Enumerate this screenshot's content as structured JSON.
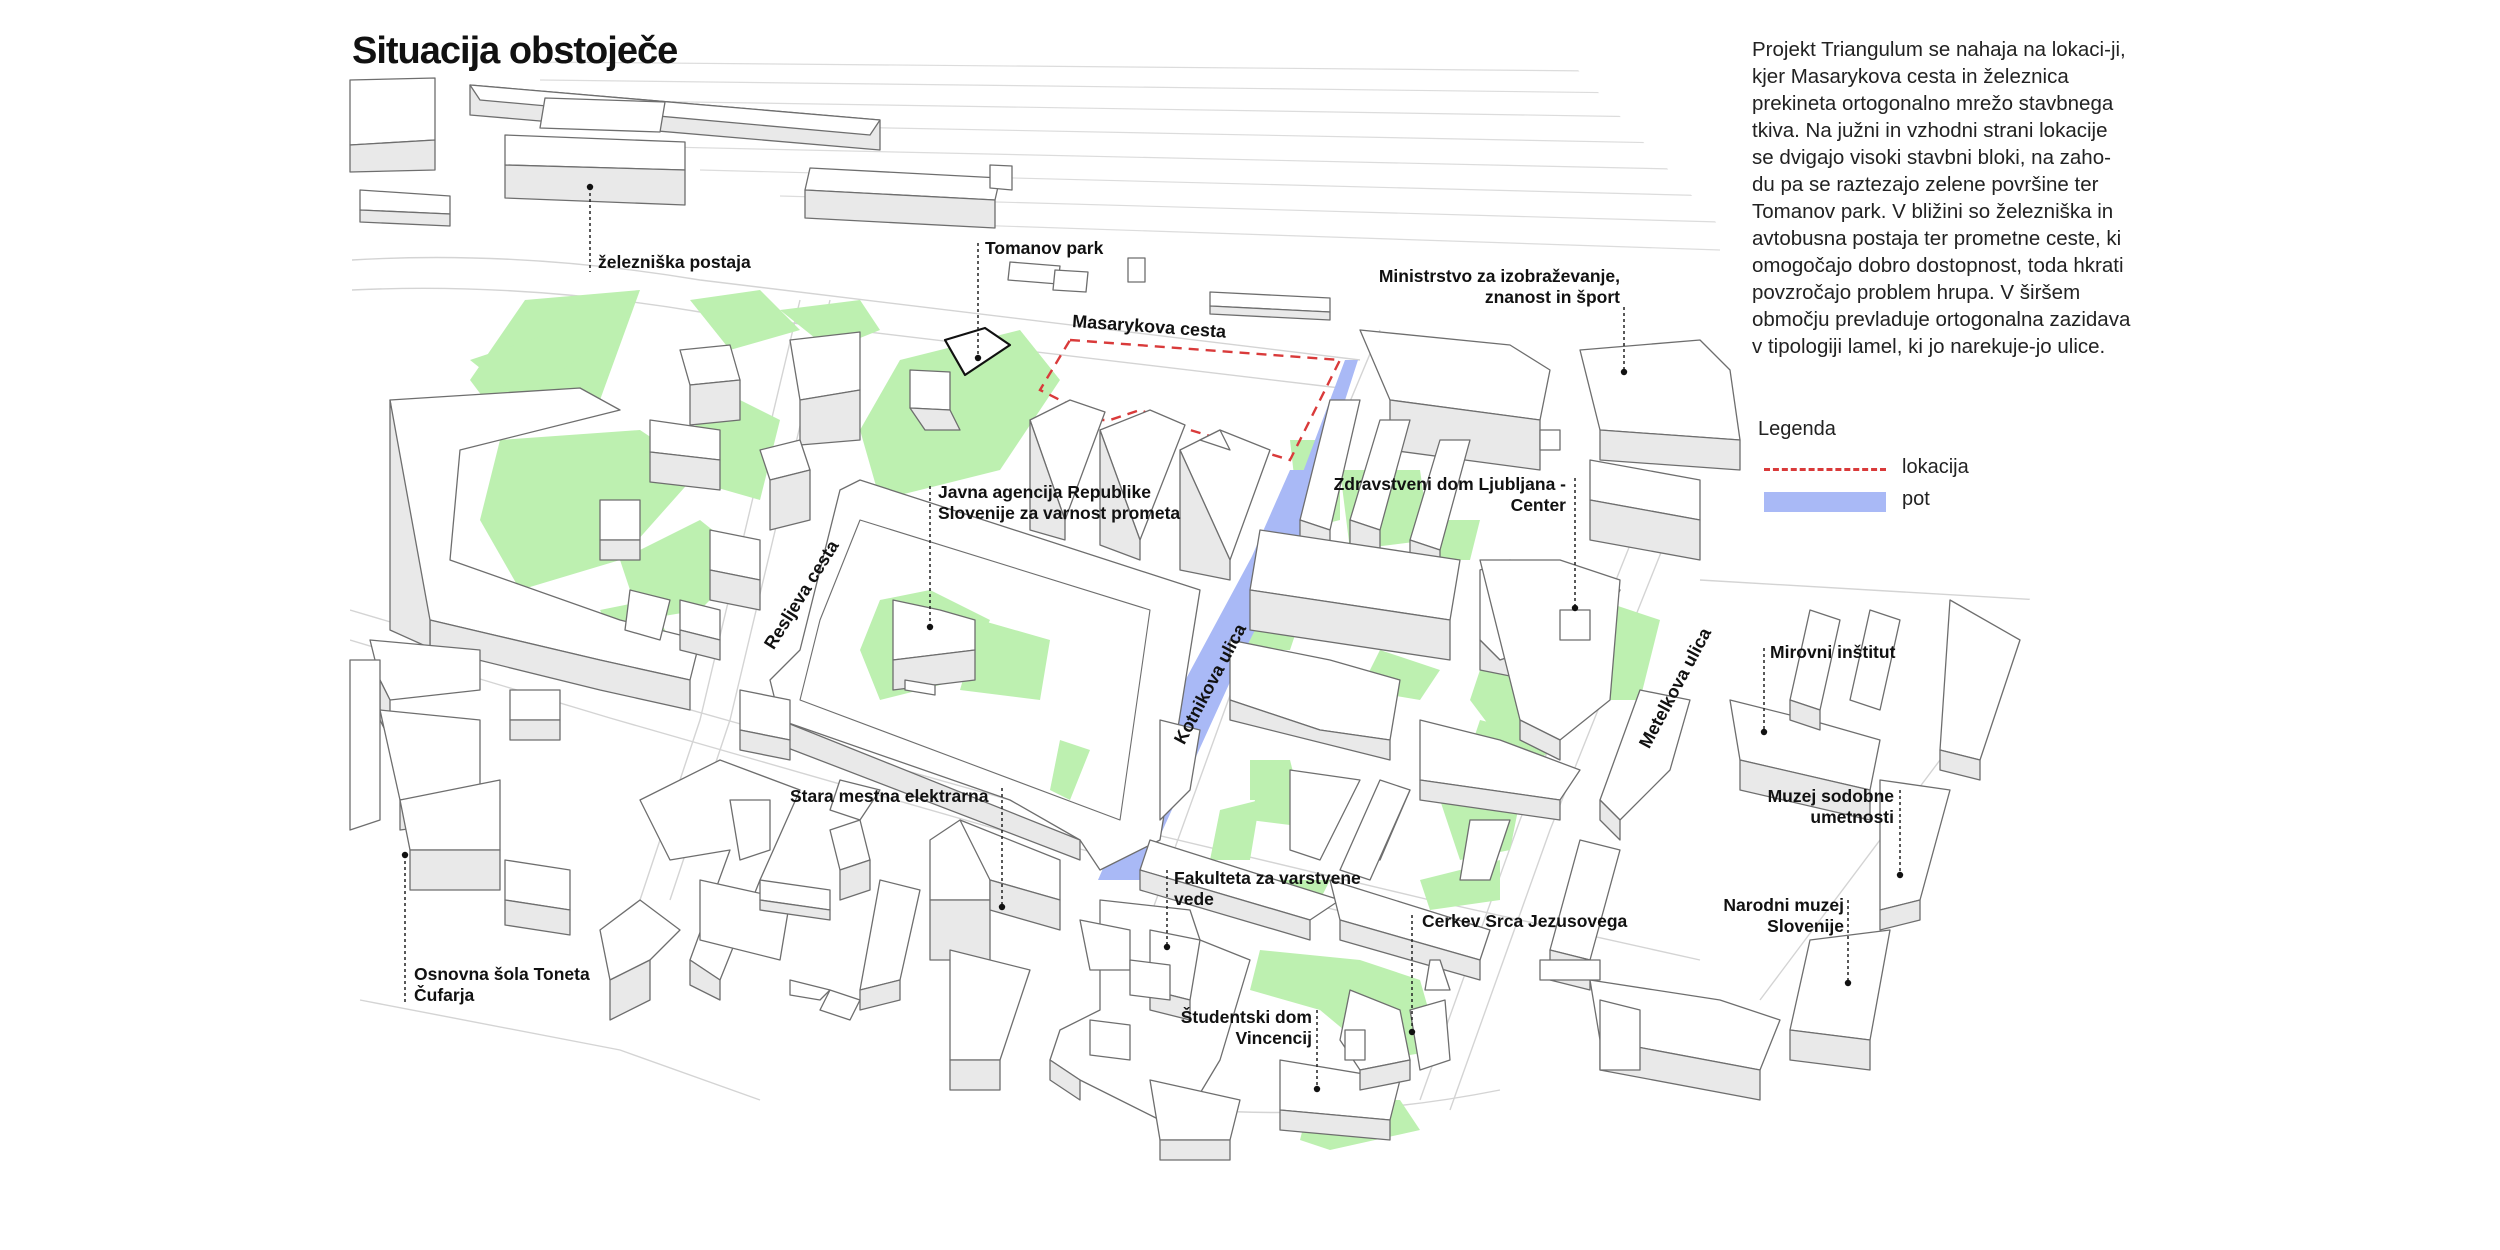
{
  "title": "Situacija obstoječe",
  "description": "Projekt Triangulum se nahaja na lokaci-ji, kjer Masarykova cesta in železnica prekineta ortogonalno mrežo stavbnega tkiva. Na južni in vzhodni strani lokacije se dvigajo visoki stavbni bloki, na zaho-du pa se raztezajo zelene površine ter Tomanov park. V bližini so železniška in avtobusna postaja ter prometne ceste, ki omogočajo dobro dostopnost, toda hkrati povzročajo problem hrupa. V širšem območju prevladuje ortogonalna zazidava v tipologiji lamel, ki jo narekuje-jo ulice.",
  "legend": {
    "title": "Legenda",
    "items": [
      {
        "label": "lokacija",
        "color": "#d93a3a",
        "style": "dashed-line"
      },
      {
        "label": "pot",
        "color": "#a9b9f6",
        "style": "filled-band"
      }
    ]
  },
  "colors": {
    "green": "#bdf0b0",
    "building_top": "#ffffff",
    "building_side": "#e9e9e9",
    "outline": "#6e6e6e",
    "road_line": "#d4d4d4"
  },
  "streets": {
    "masarykova": "Masarykova cesta",
    "resljeva": "Resljeva cesta",
    "kotnikova": "Kotnikova ulica",
    "metelkova": "Metelkova ulica"
  },
  "places": {
    "zelezniska": "železniška postaja",
    "tomanov": "Tomanov park",
    "ministrstvo_1": "Ministrstvo za izobraževanje,",
    "ministrstvo_2": "znanost in šport",
    "agencija_1": "Javna agencija Republike",
    "agencija_2": "Slovenije za varnost prometa",
    "zd_1": "Zdravstveni dom Ljubljana -",
    "zd_2": "Center",
    "mirovni": "Mirovni inštitut",
    "msu_1": "Muzej sodobne",
    "msu_2": "umetnosti",
    "elektrarna": "Stara mestna elektrarna",
    "fvv_1": "Fakulteta za varstvene",
    "fvv_2": "vede",
    "cerkev": "Cerkev Srca Jezusovega",
    "narodni_1": "Narodni muzej",
    "narodni_2": "Slovenije",
    "sola_1": "Osnovna šola Toneta",
    "sola_2": "Čufarja",
    "studentski_1": "Študentski dom",
    "studentski_2": "Vincencij"
  }
}
